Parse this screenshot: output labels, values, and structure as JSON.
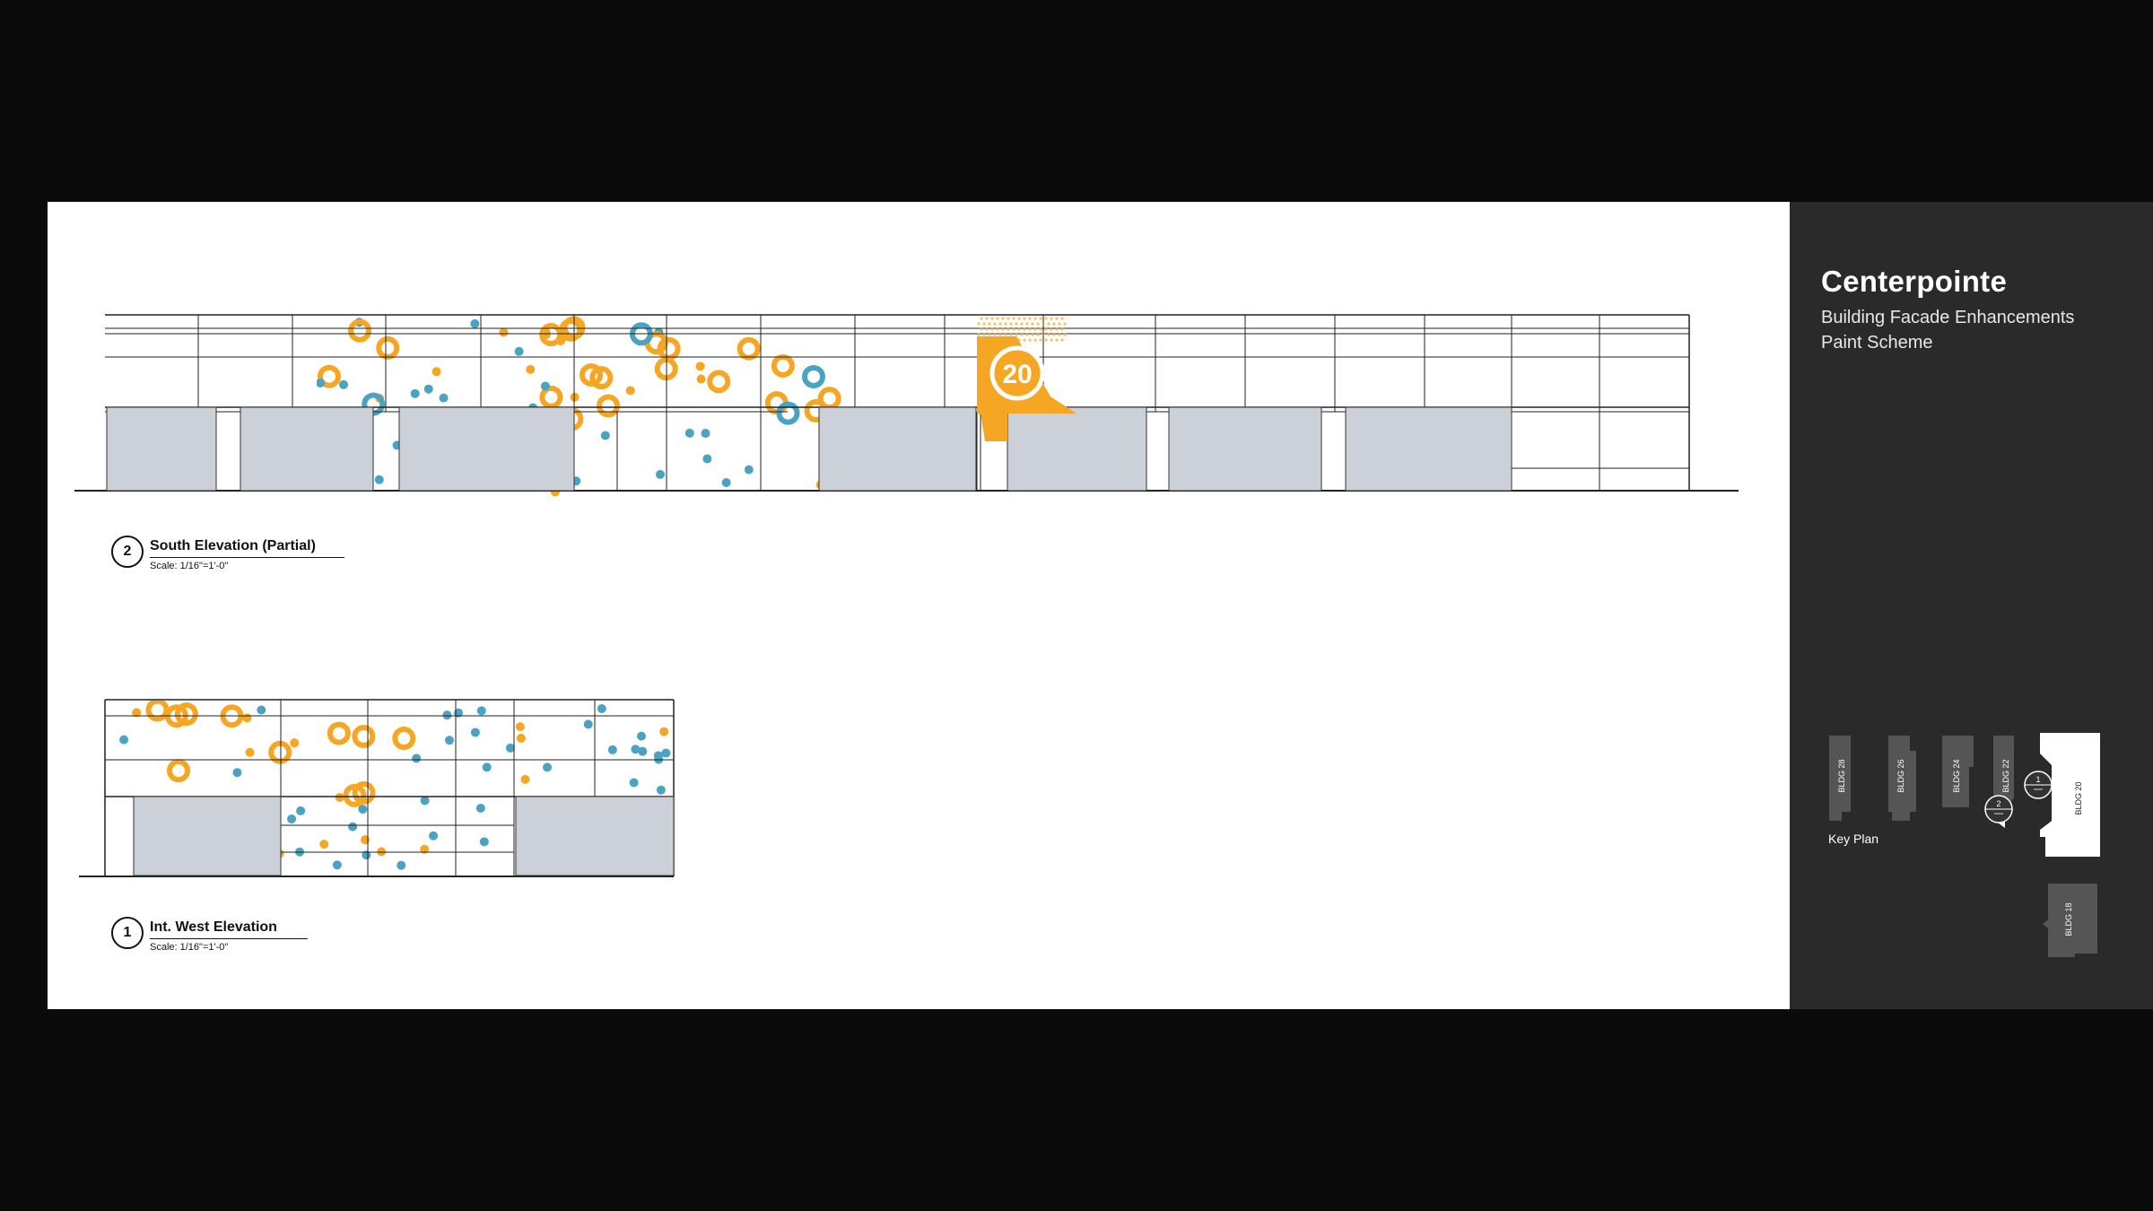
{
  "project": {
    "title": "Centerpointe",
    "subtitle_line1": "Building Facade Enhancements",
    "subtitle_line2": "Paint Scheme"
  },
  "drawings": [
    {
      "number": "2",
      "name": "South Elevation (Partial)",
      "scale": "Scale: 1/16\"=1'-0\""
    },
    {
      "number": "1",
      "name": "Int. West Elevation",
      "scale": "Scale: 1/16\"=1'-0\""
    }
  ],
  "building_number": "20",
  "key_plan": {
    "label": "Key Plan",
    "buildings": [
      "BLDG 28",
      "BLDG 26",
      "BLDG 24",
      "BLDG 22",
      "BLDG 20",
      "BLDG 18"
    ],
    "markers": [
      "1",
      "2"
    ]
  },
  "colors": {
    "orange": "#f5a623",
    "blue": "#4ba3c3",
    "gray_panel": "#ccd0d8",
    "sidebar": "#2a2a2a",
    "sheet": "#ffffff"
  }
}
